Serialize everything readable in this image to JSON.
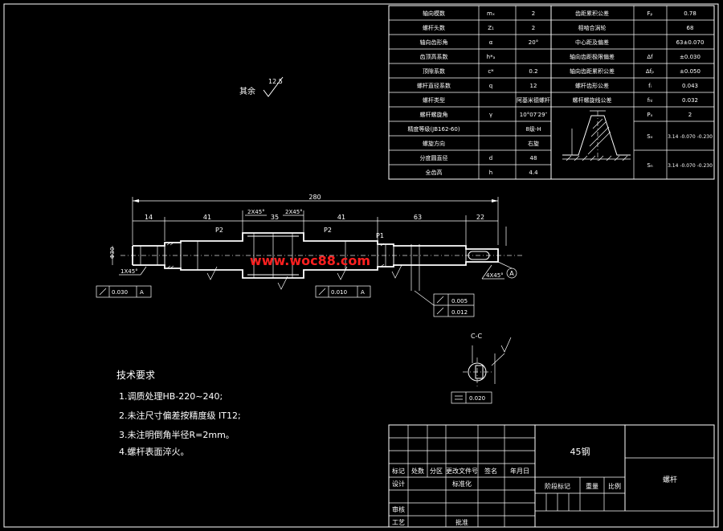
{
  "params_table": {
    "left_rows": [
      {
        "name": "轴向模数",
        "sym": "mₓ",
        "val": "2"
      },
      {
        "name": "螺杆头数",
        "sym": "Z₁",
        "val": "2"
      },
      {
        "name": "轴向齿形角",
        "sym": "α",
        "val": "20°"
      },
      {
        "name": "齿顶高系数",
        "sym": "h*ₐ",
        "val": ""
      },
      {
        "name": "顶隙系数",
        "sym": "c*",
        "val": "0.2"
      },
      {
        "name": "螺杆直径系数",
        "sym": "q",
        "val": "12"
      },
      {
        "name": "螺杆类型",
        "sym": "",
        "val": "阿基米德螺杆"
      },
      {
        "name": "螺杆螺旋角",
        "sym": "γ",
        "val": "10°07′29″"
      },
      {
        "name": "精度等级(JB162-60)",
        "sym": "",
        "val": "8级-H"
      },
      {
        "name": "螺旋方向",
        "sym": "",
        "val": "右旋"
      },
      {
        "name": "分度圆直径",
        "sym": "d",
        "val": "48"
      },
      {
        "name": "全齿高",
        "sym": "h",
        "val": "4.4"
      }
    ],
    "right_rows": [
      {
        "name": "齿距累积公差",
        "sym": "Fₚ",
        "val": "0.78"
      },
      {
        "name": "相啮合涡轮",
        "sym": "",
        "val": "68"
      },
      {
        "name": "中心距及偏差",
        "sym": "",
        "val": "63±0.070"
      },
      {
        "name": "轴向齿距极限偏差",
        "sym": "Δf",
        "val": "±0.030"
      },
      {
        "name": "轴向齿距累积公差",
        "sym": "Δfₚ",
        "val": "±0.050"
      },
      {
        "name": "螺杆齿形公差",
        "sym": "fᵢ",
        "val": "0.043"
      },
      {
        "name": "螺杆螺旋线公差",
        "sym": "fₕₗ",
        "val": "0.032"
      },
      {
        "name": "",
        "sym": "Pₓ",
        "val": "2"
      },
      {
        "name": "",
        "sym": "Sₓ",
        "val": "3.14 -0.070 -0.230"
      },
      {
        "name": "",
        "sym": "Sₙ",
        "val": "3.14 -0.070 -0.230"
      }
    ]
  },
  "drawing": {
    "roughness_label": "其余",
    "roughness_value": "12.5",
    "total_length": "280",
    "dims": [
      "14",
      "41",
      "35",
      "41",
      "63",
      "22",
      "2X45°",
      "2X45°",
      "1X45°",
      "4X45°"
    ],
    "labels": [
      "P2",
      "P2",
      "P1"
    ],
    "tolerance_boxes": [
      "0.030",
      "0.010",
      "0.005",
      "0.012",
      "0.020"
    ],
    "datum": "A",
    "section_label": "C-C",
    "watermark": "www.woc88.com"
  },
  "tech": {
    "title": "技术要求",
    "items": [
      "1.调质处理HB-220~240;",
      "2.未注尺寸偏差按精度级 IT12;",
      "3.未注明倒角半径R=2mm。",
      "4.螺杆表面淬火。"
    ]
  },
  "title_block": {
    "material": "45钢",
    "part_name": "螺杆",
    "header_cells": [
      "标记",
      "处数",
      "分区",
      "更改文件号",
      "签名",
      "年月日"
    ],
    "design": "设计",
    "standardize": "标准化",
    "stage_mark": "阶段标记",
    "weight": "重量",
    "scale": "比例",
    "review": "审核",
    "process": "工艺",
    "approve": "批准"
  }
}
